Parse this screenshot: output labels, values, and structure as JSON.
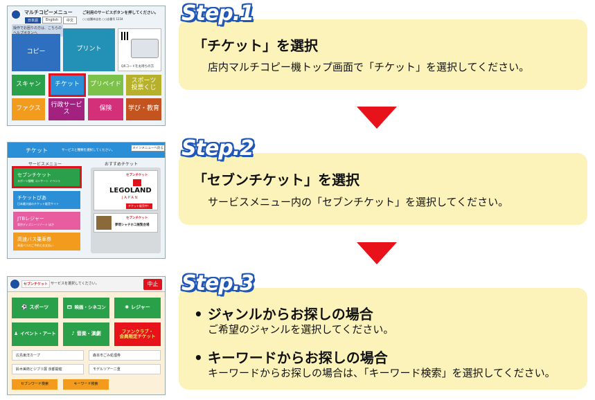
{
  "steps": [
    {
      "badge": "Step.1",
      "title": "「チケット」を選択",
      "desc": "店内マルチコピー機トップ画面で「チケット」を選択してください。"
    },
    {
      "badge": "Step.2",
      "title": "「セブンチケット」を選択",
      "desc": "サービスメニュー内の「セブンチケット」を選択してください。"
    },
    {
      "badge": "Step.3",
      "bullet1_title": "• ジャンルからお探しの場合",
      "bullet1_desc": "ご希望のジャンルを選択してください。",
      "bullet2_title": "• キーワードからお探しの場合",
      "bullet2_desc": "キーワードからお探しの場合は、「キーワード検索」を選択してください。"
    }
  ],
  "shot1": {
    "header_title": "マルチコピーメニュー",
    "header_msg": "ご利用のサービスボタンを押してください。",
    "lang_jp": "日本語",
    "lang_en": "English",
    "lang_cn": "中文",
    "shop_info": "○○店舗本店名 ○○店番号 1234",
    "notice": "操作でお困りの方は、こちらのヘルプボタンへ",
    "tile_copy": "コピー",
    "tile_print": "プリント",
    "qr_caption": "QRコードをお持ちの方",
    "tile_scan": "スキャン",
    "tile_ticket": "チケット",
    "tile_prepaid": "プリペイド",
    "tile_sports": "スポーツ\n投票くじ",
    "tile_fax": "ファクス",
    "tile_admin": "行政サービス",
    "tile_insurance": "保険",
    "tile_learning": "学び・教育"
  },
  "shot2": {
    "header_title": "チケット",
    "header_msg": "サービスと種類を選択してください。",
    "main_menu": "メインメニューへ戻る",
    "service_menu": "サービスメニュー",
    "recommend": "おすすめチケット",
    "item1": "セブンチケット",
    "item1_sub": "スポーツ観戦 コンサート イベント",
    "item2": "チケットぴあ",
    "item2_sub": "日本最大級のチケット販売サイト",
    "item3": "JTBレジャー",
    "item3_sub": "東京ディズニーリゾート ほか",
    "item4": "高速バス乗車券",
    "item4_sub": "高速バスのご予約とお支払い",
    "promo_brand": "セブンチケット",
    "promo_legoland": "LEGOLAND",
    "promo_japan": "JAPAN",
    "promo_btn": "チケット販売中！",
    "promo2_title": "夢現シャチホコ展覧会場"
  },
  "shot3": {
    "brand": "セブンチケット",
    "header_msg": "サービスを選択してください。",
    "stop": "中止",
    "genre_sports": "スポーツ",
    "genre_movie": "映画・シネコン",
    "genre_leisure": "レジャー",
    "genre_event": "イベント・アート",
    "genre_music": "音楽・演劇",
    "genre_fanclub": "ファンクラブ・\n会員限定チケット",
    "link1": "広島東洋カープ",
    "link2": "森本市ごみ処理券",
    "link3": "鈴木美術とジブリ展 京都開催",
    "link4": "モデルツアー二重",
    "btn_seven": "セブンワード検索",
    "btn_keyword": "キーワード検索"
  }
}
